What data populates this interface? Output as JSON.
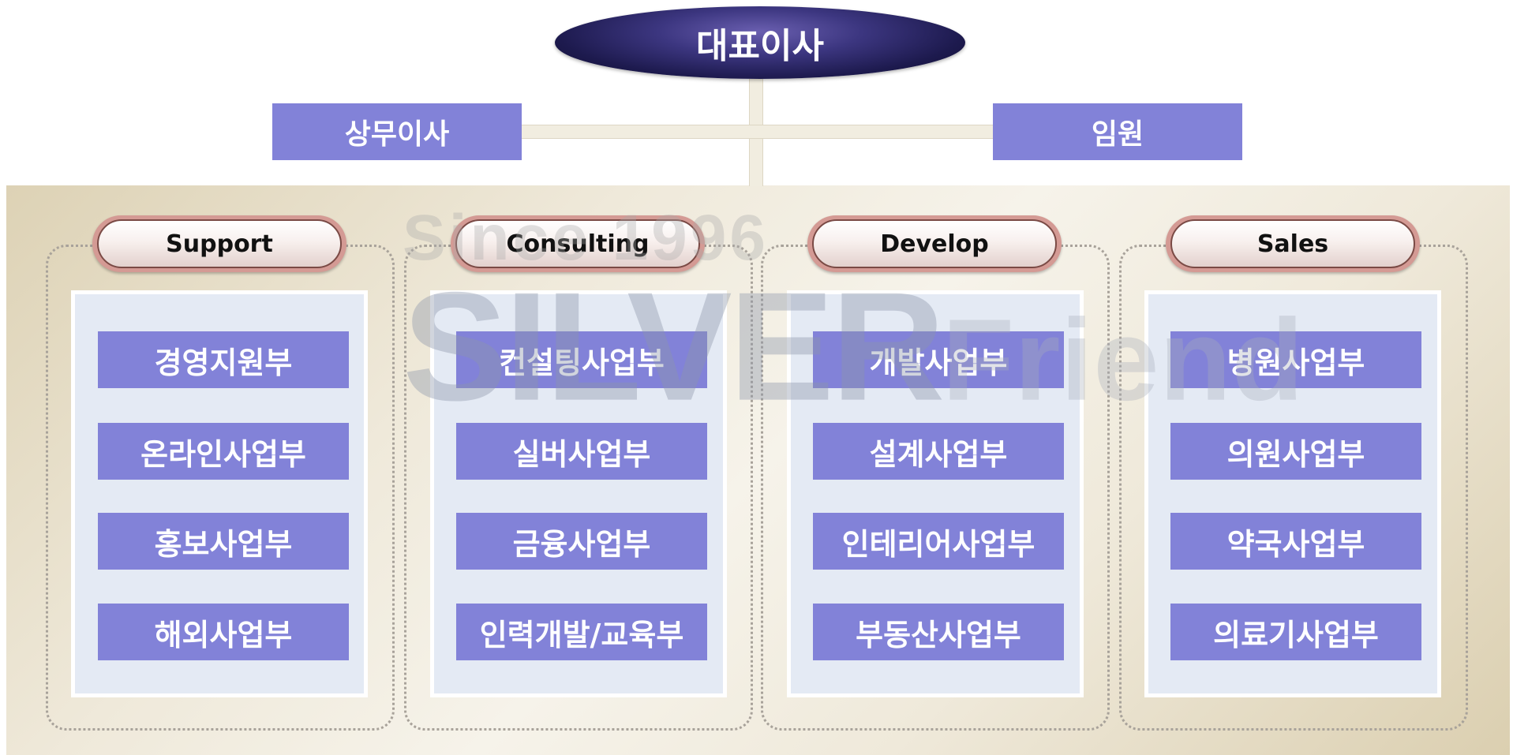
{
  "ceo": "대표이사",
  "officers": {
    "left": "상무이사",
    "right": "임원"
  },
  "watermark": {
    "since": "Since 1996",
    "brand_main": "SILVER",
    "brand_light": "Friend"
  },
  "divisions": [
    {
      "name": "Support",
      "departments": [
        "경영지원부",
        "온라인사업부",
        "홍보사업부",
        "해외사업부"
      ]
    },
    {
      "name": "Consulting",
      "departments": [
        "컨설팅사업부",
        "실버사업부",
        "금융사업부",
        "인력개발/교육부"
      ]
    },
    {
      "name": "Develop",
      "departments": [
        "개발사업부",
        "설계사업부",
        "인테리어사업부",
        "부동산사업부"
      ]
    },
    {
      "name": "Sales",
      "departments": [
        "병원사업부",
        "의원사업부",
        "약국사업부",
        "의료기사업부"
      ]
    }
  ]
}
